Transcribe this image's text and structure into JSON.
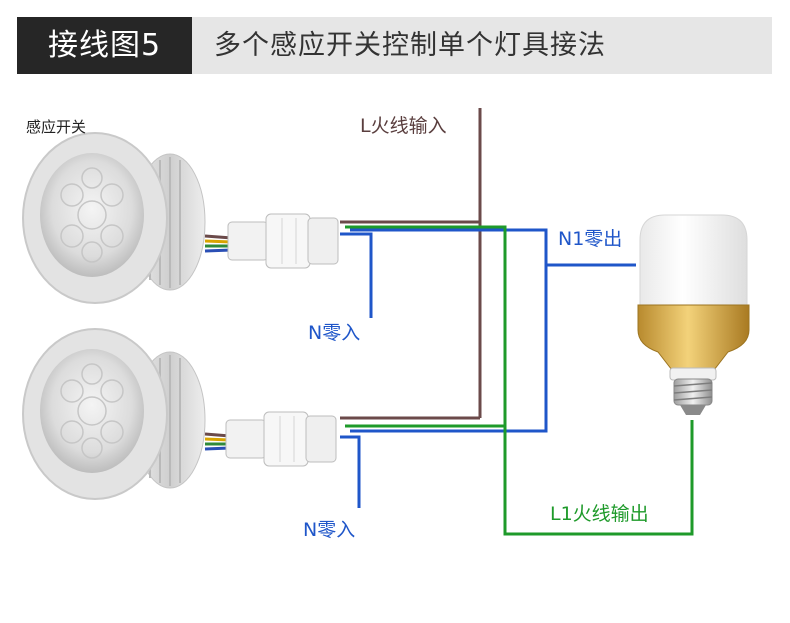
{
  "header": {
    "tag": "接线图5",
    "title": "多个感应开关控制单个灯具接法"
  },
  "labels": {
    "sensor_switch": "感应开关",
    "l_live_input": "L火线输入",
    "n_neutral_in_top": "N零入",
    "n_neutral_in_bottom": "N零入",
    "n1_neutral_out": "N1零出",
    "l1_live_output": "L1火线输出"
  },
  "colors": {
    "live_wire": "#6b4a4a",
    "neutral_wire": "#1f56c9",
    "load_wire": "#1e9a2a",
    "header_dark": "#262626",
    "header_light": "#e6e6e6"
  }
}
